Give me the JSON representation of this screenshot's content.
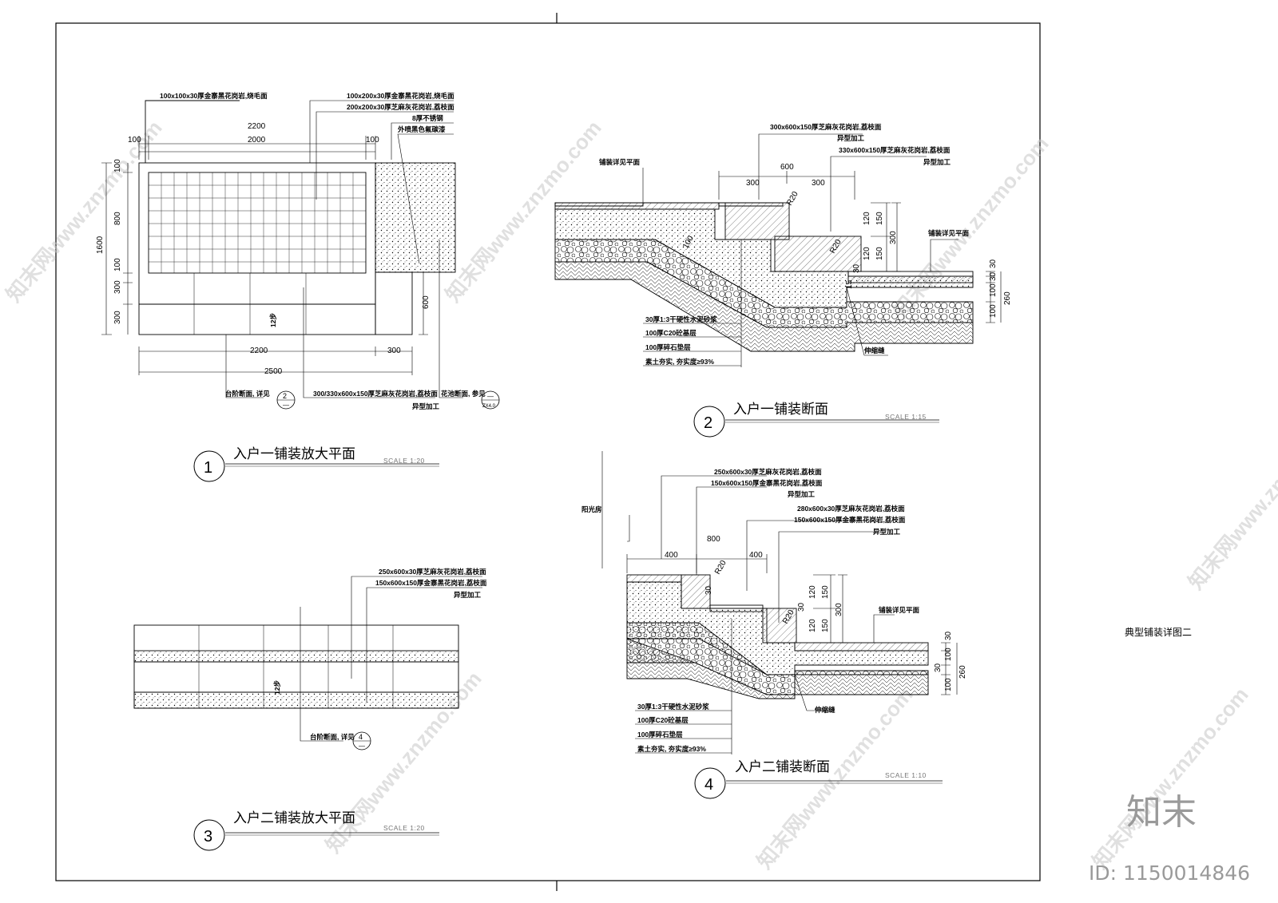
{
  "sheet": {
    "title": "典型铺装详图二",
    "brand": "知末",
    "id_label": "ID: 1150014846",
    "watermark": "知末网www.znzmo.com"
  },
  "detail1": {
    "number": "1",
    "title": "入户一铺装放大平面",
    "scale": "SCALE 1:20",
    "notes": {
      "n1": "100x100x30厚金寨黑花岗岩,烧毛面",
      "n2": "100x200x30厚金寨黑花岗岩,烧毛面",
      "n3": "200x200x30厚芝麻灰花岗岩,荔枝面",
      "n4": "8厚不锈钢",
      "n5": "外喷黑色氟碳漆",
      "n6": "台阶断面, 详见",
      "n7": "300/330x600x150厚芝麻灰花岗岩,荔枝面",
      "n8": "异型加工",
      "n9": "花池断面, 参见",
      "step_label": "12步"
    },
    "ref_a": {
      "top": "2",
      "bottom": "—"
    },
    "ref_b": {
      "top": "—",
      "bottom": "ZX4.0"
    },
    "dims": {
      "w100a": "100",
      "w2200": "2200",
      "w2000": "2000",
      "w100b": "100",
      "h100a": "100",
      "h800": "800",
      "h100b": "100",
      "h300a": "300",
      "h300b": "300",
      "h1600": "1600",
      "h600": "600",
      "b2200": "2200",
      "b300": "300",
      "b2500": "2500"
    }
  },
  "detail2": {
    "number": "2",
    "title": "入户一铺装断面",
    "scale": "SCALE 1:15",
    "notes": {
      "n1": "300x600x150厚芝麻灰花岗岩,荔枝面",
      "n2": "异型加工",
      "n3": "330x600x150厚芝麻灰花岗岩,荔枝面",
      "n4": "异型加工",
      "n5": "铺装详见平面",
      "n6": "铺装详见平面",
      "n7": "伸缩缝",
      "l1": "30厚1:3干硬性水泥砂浆",
      "l2": "100厚C20砼基层",
      "l3": "100厚碎石垫层",
      "l4": "素土夯实, 夯实度≥93%"
    },
    "dims": {
      "d600": "600",
      "d300a": "300",
      "d300b": "300",
      "r1": "R20",
      "r2": "R20",
      "d100": "100",
      "v120a": "120",
      "v150a": "150",
      "v300": "300",
      "v120b": "120",
      "v150b": "150",
      "v30a": "30",
      "v30b": "30",
      "v30c": "30",
      "v100a": "100",
      "v100b": "100",
      "v260": "260",
      "v15": "15"
    }
  },
  "detail3": {
    "number": "3",
    "title": "入户二铺装放大平面",
    "scale": "SCALE 1:20",
    "notes": {
      "n1": "250x600x30厚芝麻灰花岗岩,荔枝面",
      "n2": "150x600x150厚金寨黑花岗岩,荔枝面",
      "n3": "异型加工",
      "n4": "台阶断面, 详见",
      "step_label": "12步"
    },
    "ref": {
      "top": "4",
      "bottom": "—"
    }
  },
  "detail4": {
    "number": "4",
    "title": "入户二铺装断面",
    "scale": "SCALE 1:10",
    "notes": {
      "n1": "250x600x30厚芝麻灰花岗岩,荔枝面",
      "n2": "150x600x150厚金寨黑花岗岩,荔枝面",
      "n3": "异型加工",
      "n4": "280x600x30厚芝麻灰花岗岩,荔枝面",
      "n5": "150x600x150厚金寨黑花岗岩,荔枝面",
      "n6": "异型加工",
      "n7": "阳光房",
      "n8": "铺装详见平面",
      "n9": "伸缩缝",
      "l1": "30厚1:3干硬性水泥砂浆",
      "l2": "100厚C20砼基层",
      "l3": "100厚碎石垫层",
      "l4": "素土夯实, 夯实度≥93%"
    },
    "dims": {
      "d800": "800",
      "d400a": "400",
      "d400b": "400",
      "r1": "R20",
      "r2": "R20",
      "v30a": "30",
      "v120a": "120",
      "v150a": "150",
      "v300": "300",
      "v120b": "120",
      "v150b": "150",
      "v30b": "30",
      "v30c": "30",
      "v100a": "100",
      "v30d": "30",
      "v100b": "100",
      "v260": "260"
    }
  },
  "colors": {
    "line": "#000000",
    "watermark": "#c8c8c8",
    "brand": "#9a9a9a"
  }
}
